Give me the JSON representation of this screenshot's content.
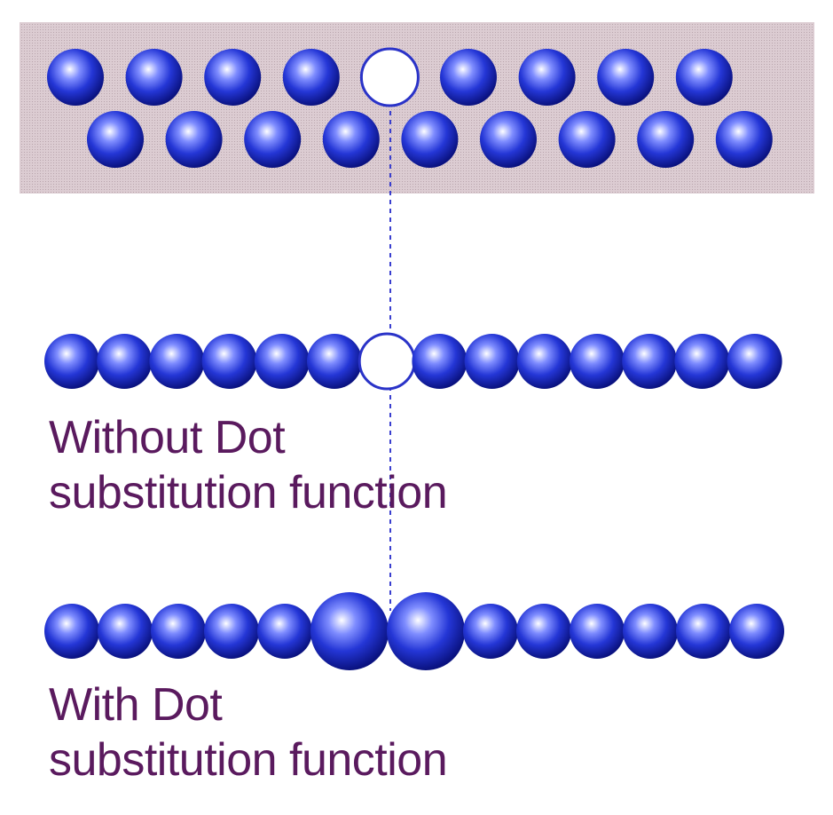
{
  "colors": {
    "dot": "#1f2fd0",
    "dot_highlight": "#e8ecff",
    "dot_shadow": "#0a1280",
    "missing_dot_fill": "#ffffff",
    "missing_dot_stroke": "#2a33c8",
    "band_background": "#d8c6cc",
    "guide_line": "#3a3fcf",
    "text": "#5a1a5e"
  },
  "source_band": {
    "top_row_dots": [
      true,
      true,
      true,
      true,
      false,
      true,
      true,
      true,
      true
    ],
    "bottom_row_dots": [
      true,
      true,
      true,
      true,
      true,
      true,
      true,
      true,
      true
    ]
  },
  "without_row": {
    "dots": [
      true,
      true,
      true,
      true,
      true,
      true,
      false,
      true,
      true,
      true,
      true,
      true,
      true,
      true
    ],
    "caption_line1": "Without Dot",
    "caption_line2": "substitution function"
  },
  "with_row": {
    "dots": [
      "normal",
      "normal",
      "normal",
      "normal",
      "normal",
      "large",
      "large",
      "normal",
      "normal",
      "normal",
      "normal",
      "normal",
      "normal"
    ],
    "caption_line1": "With Dot",
    "caption_line2": "substitution function"
  }
}
